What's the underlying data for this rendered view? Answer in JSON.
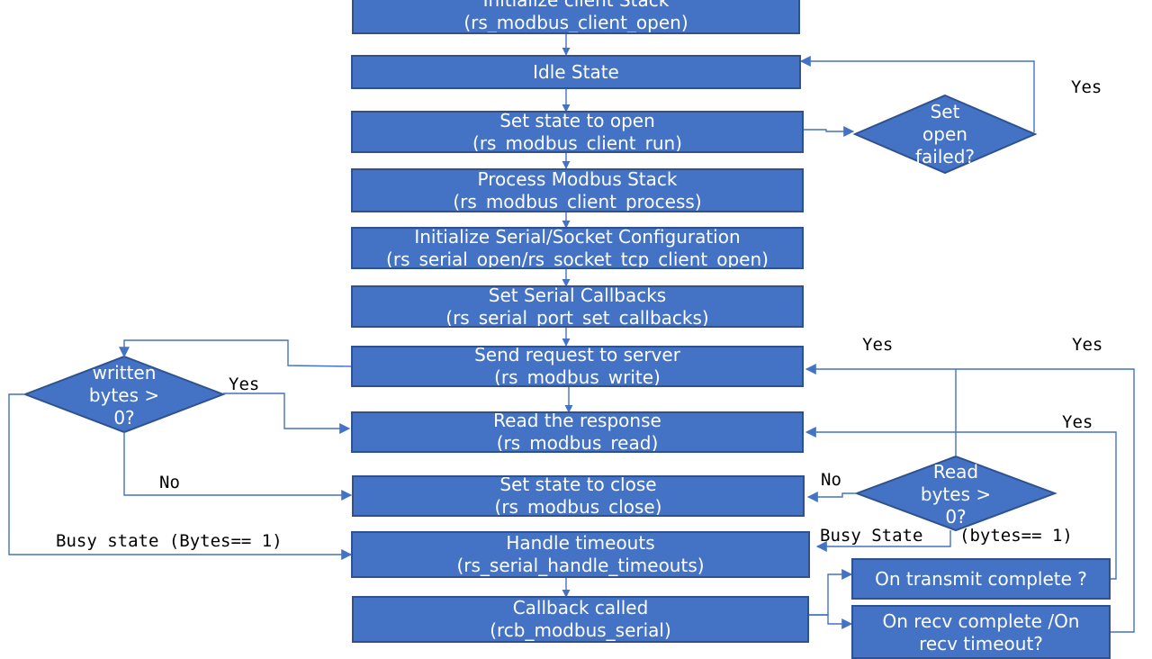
{
  "colors": {
    "box_fill": "#4472c4",
    "box_border": "#2f528f",
    "connector": "#4472c4",
    "box_text": "#ffffff",
    "label_text": "#000000"
  },
  "boxes": {
    "init_stack": {
      "line1": "Initialize client Stack",
      "line2": "(rs_modbus_client_open)"
    },
    "idle": {
      "line1": "Idle State"
    },
    "set_open": {
      "line1": "Set state to open",
      "line2": "(rs_modbus_client_run)"
    },
    "process": {
      "line1": "Process Modbus Stack",
      "line2": "(rs_modbus_client_process)"
    },
    "init_serial": {
      "line1": "Initialize Serial/Socket Configuration",
      "line2": "(rs_serial_open/rs_socket_tcp_client_open)"
    },
    "set_callbacks": {
      "line1": "Set  Serial Callbacks",
      "line2": "(rs_serial_port_set_callbacks)"
    },
    "send_request": {
      "line1": "Send request to server",
      "line2": "(rs_modbus_write)"
    },
    "read_response": {
      "line1": "Read the response",
      "line2": "(rs_modbus_read)"
    },
    "set_close": {
      "line1": "Set state to close",
      "line2": "(rs_modbus_close)"
    },
    "timeouts": {
      "line1": "Handle timeouts",
      "line2": "(rs_serial_handle_timeouts)"
    },
    "callback": {
      "line1": "Callback called",
      "line2": "(rcb_modbus_serial)"
    },
    "transmit_complete": {
      "line1": "On transmit complete ?"
    },
    "recv_complete": {
      "line1": "On recv complete /On",
      "line2": "recv timeout?"
    }
  },
  "decisions": {
    "open_failed": {
      "line1": "Set",
      "line2": "open",
      "line3": "failed?"
    },
    "written": {
      "line1": "written",
      "line2": "bytes >",
      "line3": "0?"
    },
    "read_bytes": {
      "line1": "Read",
      "line2": "bytes >",
      "line3": "0?"
    }
  },
  "labels": {
    "yes_open_failed": "Yes",
    "yes_read_bytes": "Yes",
    "yes_transmit": "Yes",
    "yes_recv": "Yes",
    "yes_written": "Yes",
    "no_written": "No",
    "no_read_bytes": "No",
    "busy_state_left": "Busy state (Bytes== 1)",
    "busy_state_right_a": "Busy State",
    "busy_state_right_b": "(bytes== 1)"
  }
}
